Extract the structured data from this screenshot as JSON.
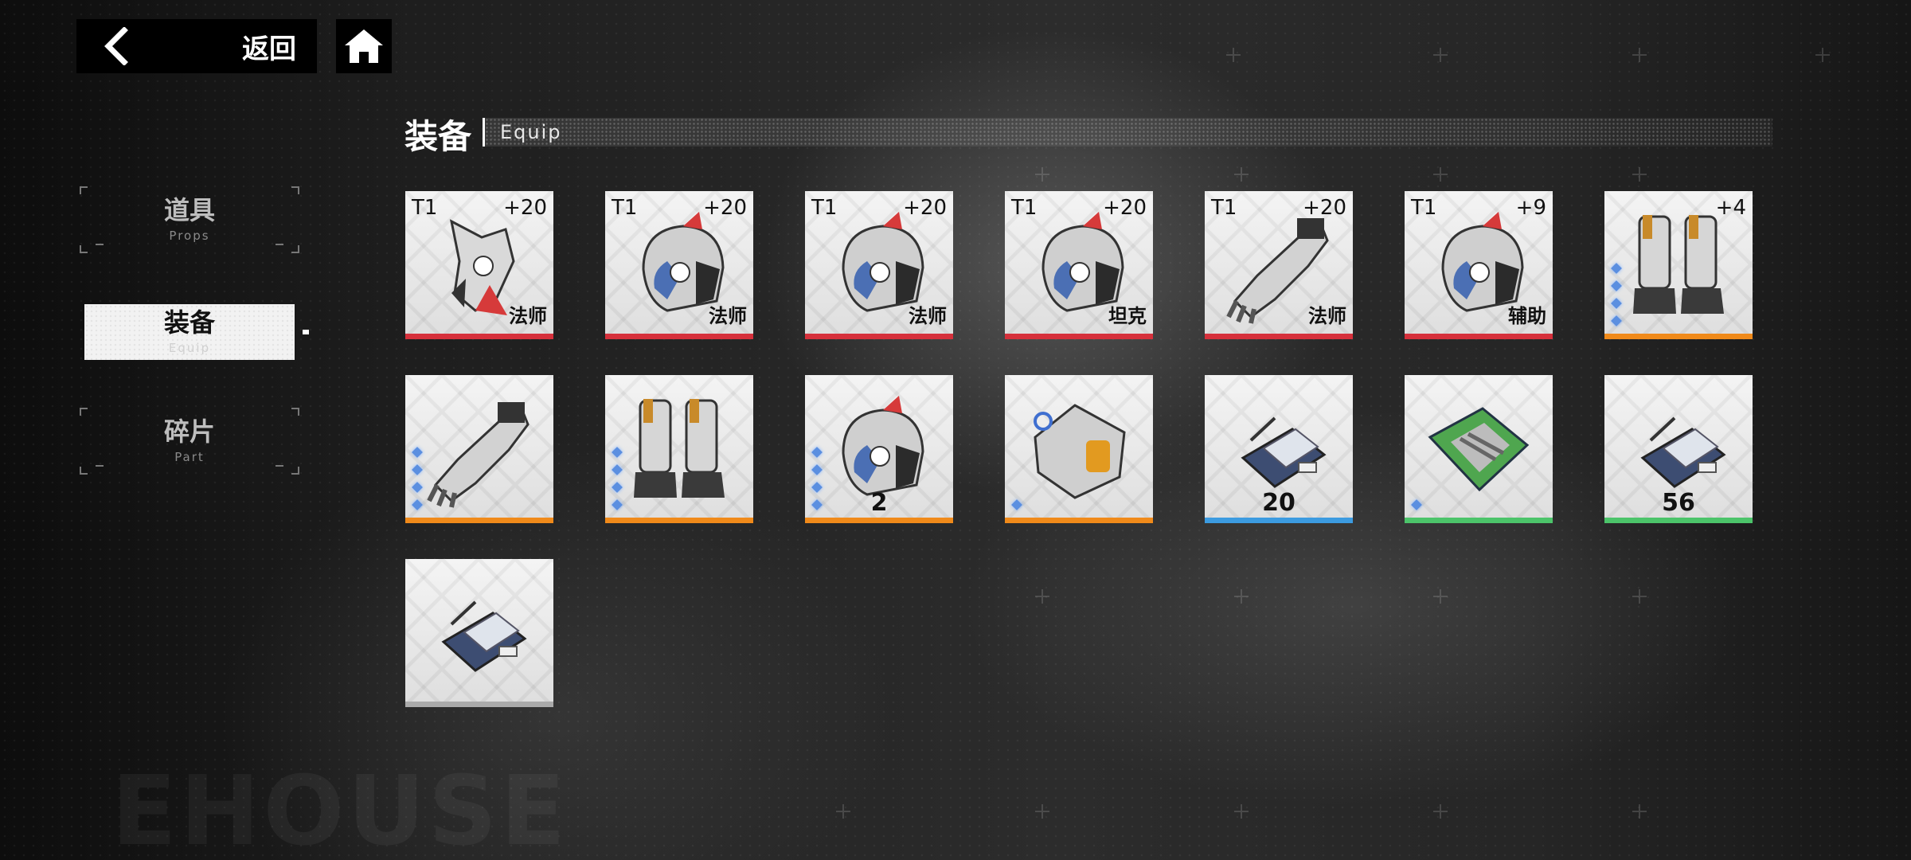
{
  "header": {
    "back_label": "返回",
    "back_icon": "chevron-left-icon",
    "home_icon": "home-icon"
  },
  "sidebar": {
    "items": [
      {
        "cn": "道具",
        "en": "Props",
        "active": false
      },
      {
        "cn": "装备",
        "en": "Equip",
        "active": true
      },
      {
        "cn": "碎片",
        "en": "Part",
        "active": false
      }
    ]
  },
  "section": {
    "title": "装备",
    "subtitle": "Equip"
  },
  "colors": {
    "red": "#d6303b",
    "orange": "#f08a1a",
    "blue": "#3c9be0",
    "green": "#4cc46a",
    "gray": "#aaaaaa"
  },
  "items": [
    {
      "tier": "T1",
      "level": "+20",
      "role": "法师",
      "count": "",
      "icon": "arm-gear-icon",
      "rarity": "red",
      "gems": 0
    },
    {
      "tier": "T1",
      "level": "+20",
      "role": "法师",
      "count": "",
      "icon": "helmet-icon",
      "rarity": "red",
      "gems": 0
    },
    {
      "tier": "T1",
      "level": "+20",
      "role": "法师",
      "count": "",
      "icon": "helmet-icon",
      "rarity": "red",
      "gems": 0
    },
    {
      "tier": "T1",
      "level": "+20",
      "role": "坦克",
      "count": "",
      "icon": "helmet-icon",
      "rarity": "red",
      "gems": 0
    },
    {
      "tier": "T1",
      "level": "+20",
      "role": "法师",
      "count": "",
      "icon": "gauntlet-icon",
      "rarity": "red",
      "gems": 0
    },
    {
      "tier": "T1",
      "level": "+9",
      "role": "辅助",
      "count": "",
      "icon": "helmet-icon",
      "rarity": "red",
      "gems": 0
    },
    {
      "tier": "",
      "level": "+4",
      "role": "",
      "count": "",
      "icon": "boots-icon",
      "rarity": "orange",
      "gems": 4
    },
    {
      "tier": "",
      "level": "",
      "role": "",
      "count": "",
      "icon": "gauntlet-icon",
      "rarity": "orange",
      "gems": 4
    },
    {
      "tier": "",
      "level": "",
      "role": "",
      "count": "",
      "icon": "boots-icon",
      "rarity": "orange",
      "gems": 4
    },
    {
      "tier": "",
      "level": "",
      "role": "",
      "count": "2",
      "icon": "helmet-icon",
      "rarity": "orange",
      "gems": 4
    },
    {
      "tier": "",
      "level": "",
      "role": "",
      "count": "",
      "icon": "core-icon",
      "rarity": "orange",
      "gems": 1
    },
    {
      "tier": "",
      "level": "",
      "role": "",
      "count": "20",
      "icon": "chip-icon",
      "rarity": "blue",
      "gems": 0
    },
    {
      "tier": "",
      "level": "",
      "role": "",
      "count": "",
      "icon": "battery-icon",
      "rarity": "green",
      "gems": 1
    },
    {
      "tier": "",
      "level": "",
      "role": "",
      "count": "56",
      "icon": "chip-icon",
      "rarity": "green",
      "gems": 0
    },
    {
      "tier": "",
      "level": "",
      "role": "",
      "count": "",
      "icon": "chip-icon",
      "rarity": "gray",
      "gems": 0
    }
  ]
}
